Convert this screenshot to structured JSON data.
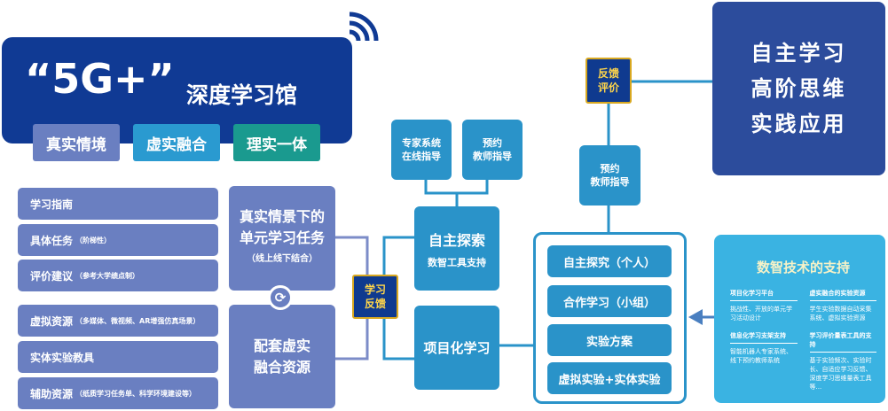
{
  "header": {
    "title_main": "“5G+”",
    "title_sub": "深度学习馆",
    "tags": [
      "真实情境",
      "虚实融合",
      "理实一体"
    ]
  },
  "goals": {
    "lines": [
      "自主学习",
      "高阶思维",
      "实践应用"
    ]
  },
  "resources": {
    "items": [
      {
        "label": "学习指南",
        "note": ""
      },
      {
        "label": "具体任务",
        "note": "（阶梯性）"
      },
      {
        "label": "评价建议",
        "note": "（参考大学绩点制）"
      },
      {
        "label": "虚拟资源",
        "note": "（多媒体、微视频、AR增强仿真场景）"
      },
      {
        "label": "实体实验教具",
        "note": ""
      },
      {
        "label": "辅助资源",
        "note": "（纸质学习任务单、科学环境建设等）"
      }
    ]
  },
  "task": {
    "line1": "真实情景下的",
    "line2": "单元学习任务",
    "note": "（线上线下结合）"
  },
  "resource_box": {
    "line1": "配套虚实",
    "line2": "融合资源"
  },
  "feedback_learning": {
    "line1": "学习",
    "line2": "反馈"
  },
  "feedback_eval": {
    "line1": "反馈",
    "line2": "评价"
  },
  "expert": {
    "line1": "专家系统",
    "line2": "在线指导"
  },
  "teacher1": {
    "line1": "预约",
    "line2": "教师指导"
  },
  "teacher2": {
    "line1": "预约",
    "line2": "教师指导"
  },
  "explore": {
    "title": "自主探索",
    "sub": "数智工具支持"
  },
  "project": {
    "title": "项目化学习"
  },
  "activities": [
    "自主探究（个人）",
    "合作学习（小组）",
    "实验方案",
    "虚拟实验+实体实验"
  ],
  "tech": {
    "title": "数智技术的支持",
    "sections": [
      {
        "head": "项目化学习平台",
        "body": "挑战性、开放的单元学习活动设计"
      },
      {
        "head": "虚实融合的实验资源",
        "body": "学生实验数据自动采集系统、虚拟实验资源"
      },
      {
        "head": "信息化学习支架支持",
        "body": "智能机器人专家系统、线下预约教师系统"
      },
      {
        "head": "学习评价量表工具的支持",
        "body": "基于实验频次、实验时长、自适应学习反馈、深度学习思维量表工具等..."
      }
    ]
  }
}
